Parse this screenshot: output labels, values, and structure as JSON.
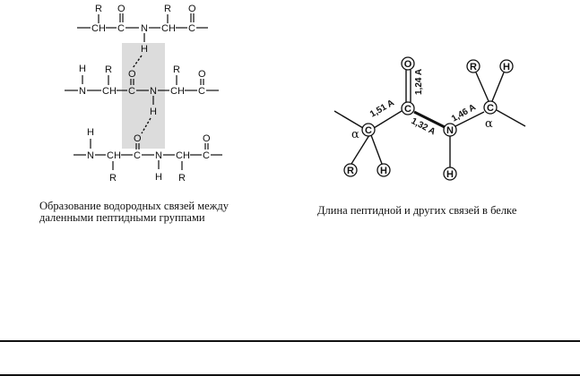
{
  "left_figure": {
    "caption": "Образование водородных связей между даленными пептидными группами",
    "atoms": {
      "R": "R",
      "H": "H",
      "N": "N",
      "O": "O",
      "C": "C",
      "CH": "CH"
    }
  },
  "right_figure": {
    "caption": "Длина пептидной и других связей в белке",
    "atoms": {
      "O": "O",
      "C": "C",
      "N": "N",
      "R": "R",
      "H": "H",
      "alpha": "α"
    },
    "bond_lengths": {
      "c_alpha_c": "1,51 A",
      "c_o": "1,24 A",
      "c_n": "1,32 A",
      "n_c_alpha": "1,46 A"
    }
  }
}
